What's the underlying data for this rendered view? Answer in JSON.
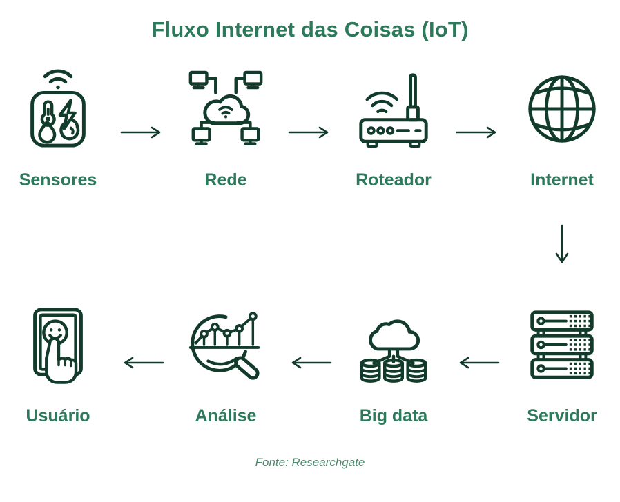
{
  "title": "Fluxo Internet das Coisas (IoT)",
  "footer": {
    "source": "Fonte: Researchgate"
  },
  "colors": {
    "title_text": "#2C7A5B",
    "label_text": "#2C7A5B",
    "icon_stroke": "#123B2B",
    "footer_text": "#4C8A6E",
    "background": "#FFFFFF"
  },
  "flow": {
    "top_row": {
      "direction": "left-to-right",
      "arrow_icon": "right-arrow-icon",
      "nodes": [
        {
          "label": "Sensores",
          "icon": "sensor-panel-icon"
        },
        {
          "label": "Rede",
          "icon": "network-cloud-icon"
        },
        {
          "label": "Roteador",
          "icon": "router-icon"
        },
        {
          "label": "Internet",
          "icon": "globe-icon"
        }
      ]
    },
    "connector": {
      "icon": "down-arrow-icon",
      "from": "Internet",
      "to": "Servidor"
    },
    "bottom_row": {
      "direction": "right-to-left",
      "arrow_icon": "left-arrow-icon",
      "nodes": [
        {
          "label": "Usuário",
          "icon": "touch-user-icon"
        },
        {
          "label": "Análise",
          "icon": "analysis-magnifier-icon"
        },
        {
          "label": "Big data",
          "icon": "bigdata-cloud-database-icon"
        },
        {
          "label": "Servidor",
          "icon": "server-rack-icon"
        }
      ]
    }
  }
}
